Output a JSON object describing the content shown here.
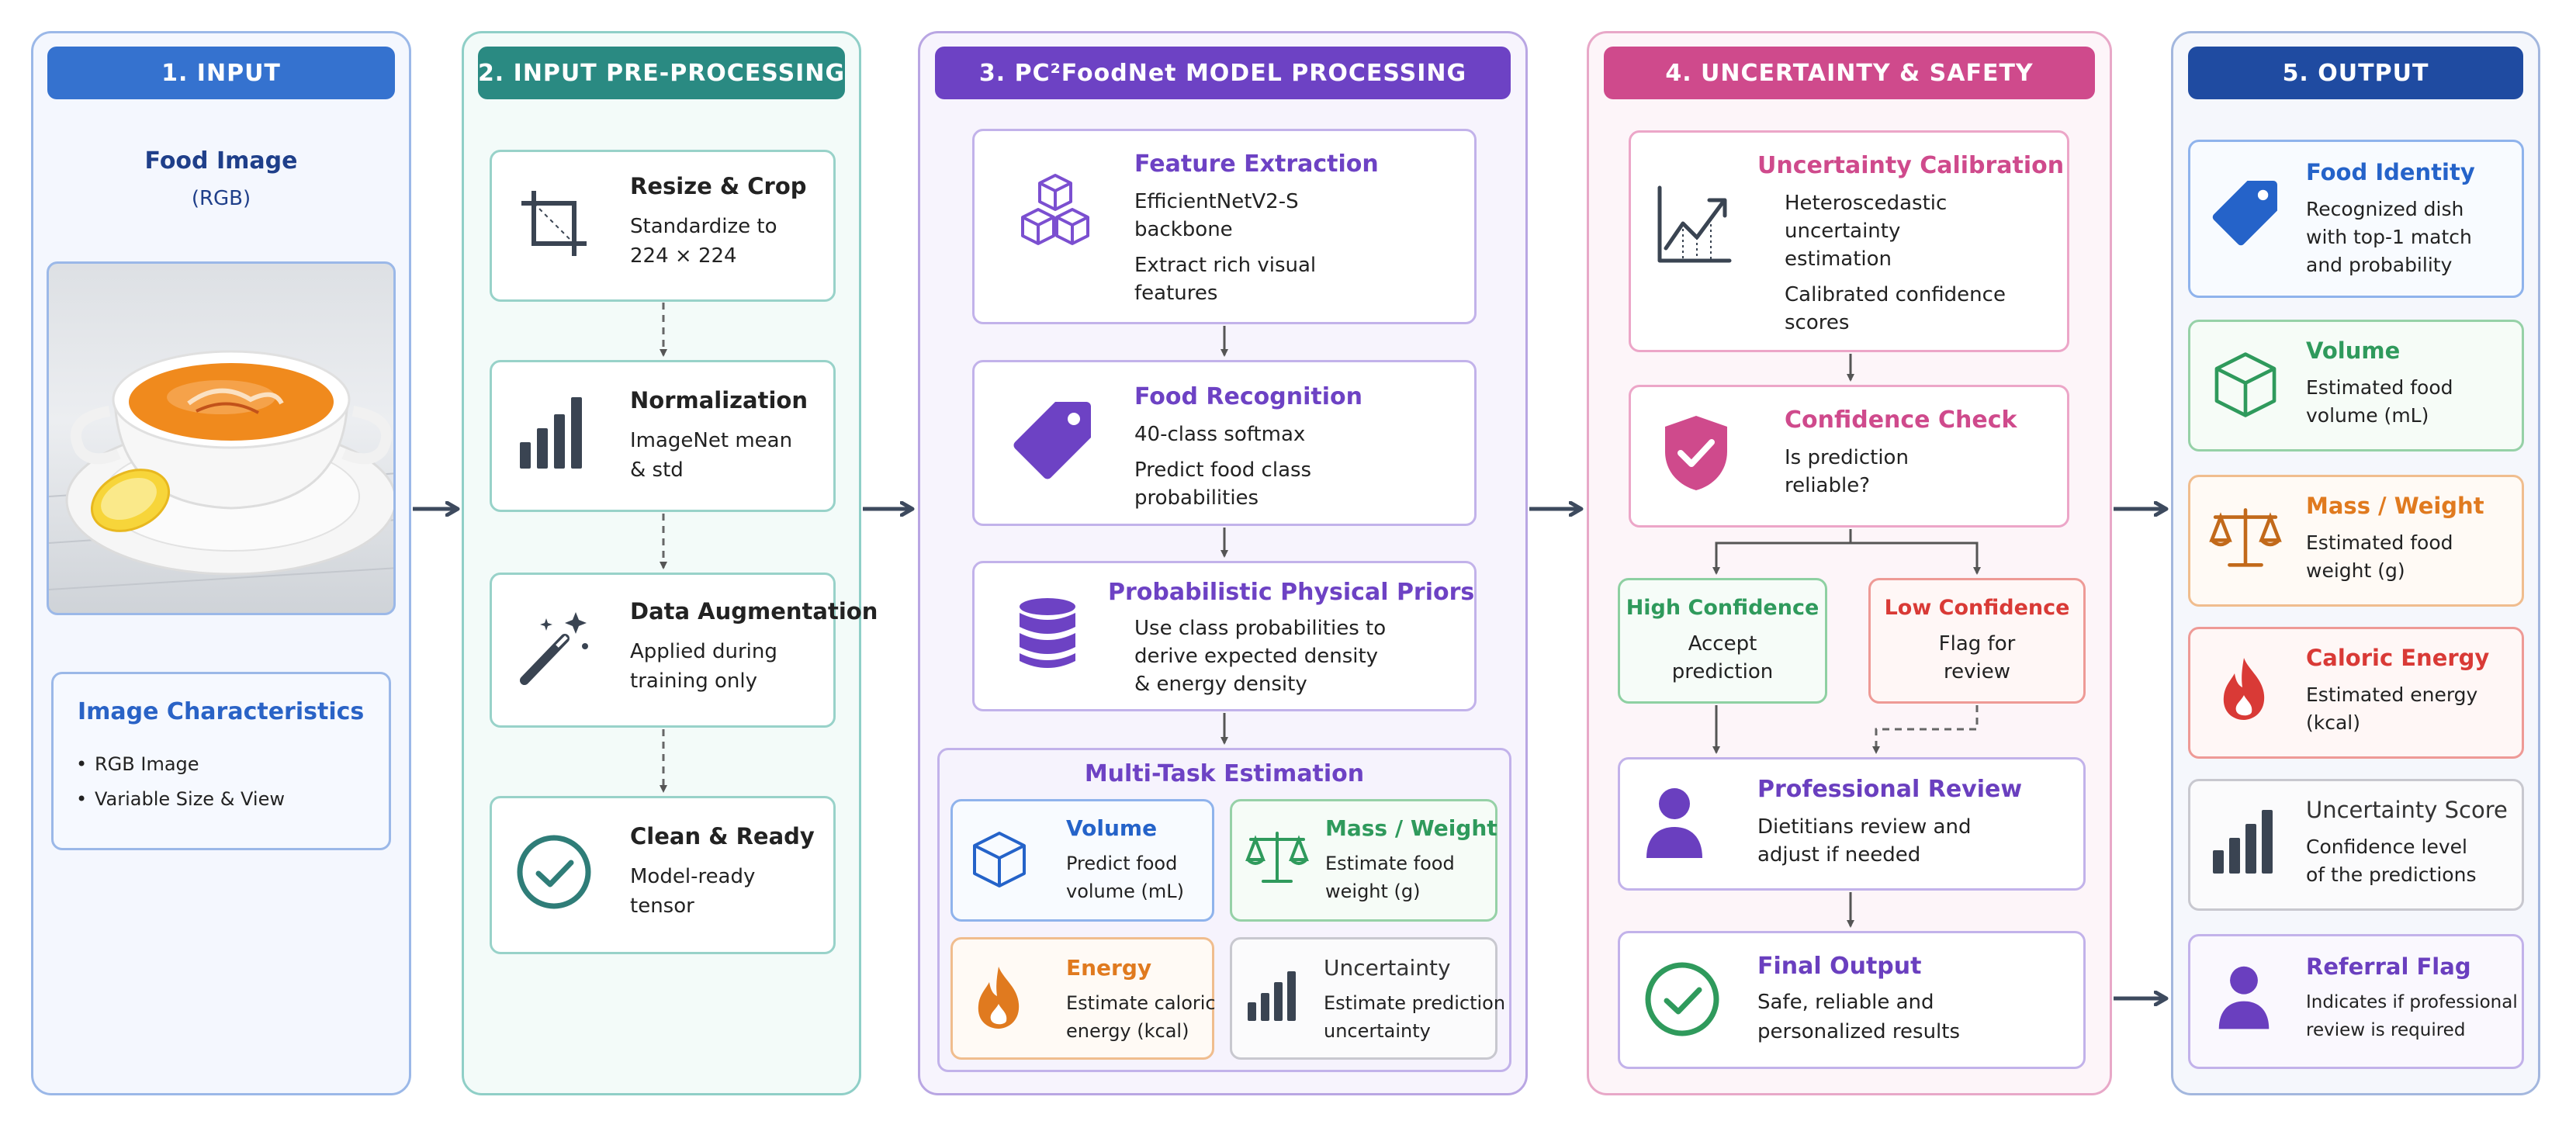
{
  "columns": [
    {
      "title": "1. INPUT",
      "color": "#3572cf"
    },
    {
      "title": "2. INPUT PRE-PROCESSING",
      "color": "#2a8a82"
    },
    {
      "title": "3. PC²FoodNet MODEL PROCESSING",
      "color": "#6d42c4"
    },
    {
      "title": "4. UNCERTAINTY & SAFETY",
      "color": "#cf4a8c"
    },
    {
      "title": "5. OUTPUT",
      "color": "#1f4ba1"
    }
  ],
  "input": {
    "title": "Food Image",
    "sub": "(RGB)",
    "char_title": "Image Characteristics",
    "chars": [
      "RGB Image",
      "Variable Size & View"
    ]
  },
  "pre": [
    {
      "title": "Resize & Crop",
      "l1": "Standardize to",
      "l2": "224 × 224"
    },
    {
      "title": "Normalization",
      "l1": "ImageNet mean",
      "l2": "& std"
    },
    {
      "title": "Data Augmentation",
      "l1": "Applied during",
      "l2": "training only"
    },
    {
      "title": "Clean & Ready",
      "l1": "Model-ready",
      "l2": "tensor"
    }
  ],
  "model": {
    "fe": {
      "title": "Feature Extraction",
      "l1": "EfficientNetV2-S",
      "l2": "backbone",
      "l3": "Extract rich visual",
      "l4": "features"
    },
    "fr": {
      "title": "Food Recognition",
      "l1": "40-class softmax",
      "l2": "Predict food class",
      "l3": "probabilities"
    },
    "pp": {
      "title": "Probabilistic Physical Priors",
      "l1": "Use class probabilities to",
      "l2": "derive expected density",
      "l3": "& energy density"
    },
    "mt": {
      "title": "Multi-Task Estimation",
      "vol": {
        "title": "Volume",
        "l1": "Predict food",
        "l2": "volume (mL)"
      },
      "mass": {
        "title": "Mass / Weight",
        "l1": "Estimate food",
        "l2": "weight (g)"
      },
      "en": {
        "title": "Energy",
        "l1": "Estimate caloric",
        "l2": "energy (kcal)"
      },
      "unc": {
        "title": "Uncertainty",
        "l1": "Estimate prediction",
        "l2": "uncertainty"
      }
    }
  },
  "unc": {
    "cal": {
      "title": "Uncertainty Calibration",
      "l1": "Heteroscedastic",
      "l2": "uncertainty",
      "l3": "estimation",
      "l4": "Calibrated confidence",
      "l5": "scores"
    },
    "chk": {
      "title": "Confidence Check",
      "l1": "Is prediction",
      "l2": "reliable?"
    },
    "high": {
      "title": "High Confidence",
      "l1": "Accept",
      "l2": "prediction"
    },
    "low": {
      "title": "Low Confidence",
      "l1": "Flag for",
      "l2": "review"
    },
    "rev": {
      "title": "Professional Review",
      "l1": "Dietitians review and",
      "l2": "adjust if needed"
    },
    "fin": {
      "title": "Final Output",
      "l1": "Safe, reliable and",
      "l2": "personalized results"
    }
  },
  "out": [
    {
      "title": "Food Identity",
      "l1": "Recognized dish",
      "l2": "with top-1 match",
      "l3": "and probability",
      "color": "#2563c9"
    },
    {
      "title": "Volume",
      "l1": "Estimated food",
      "l2": "volume (mL)",
      "color": "#2f9a5c"
    },
    {
      "title": "Mass / Weight",
      "l1": "Estimated food",
      "l2": "weight (g)",
      "color": "#e07a1f"
    },
    {
      "title": "Caloric Energy",
      "l1": "Estimated energy",
      "l2": "(kcal)",
      "color": "#d93a36"
    },
    {
      "title": "Uncertainty Score",
      "l1": "Confidence level",
      "l2": "of the predictions",
      "color": "#444444"
    },
    {
      "title": "Referral Flag",
      "l1": "Indicates if professional",
      "l2": "review is required",
      "color": "#6a3fbf"
    }
  ]
}
